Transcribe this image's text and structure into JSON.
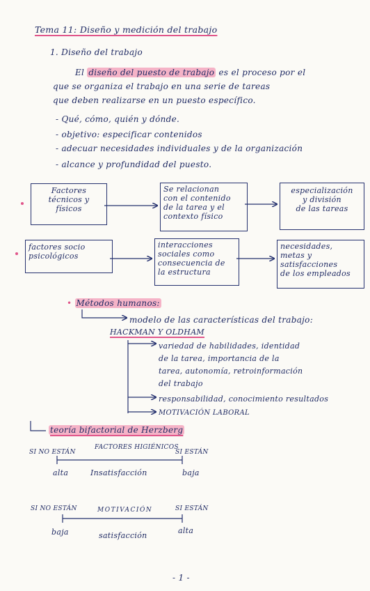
{
  "title": "Tema 11: Diseño y medición del trabajo",
  "section": "1. Diseño del trabajo",
  "intro": {
    "p1_before": "El",
    "p1_highlight": "diseño del puesto de trabajo",
    "p1_after": "es el proceso por el",
    "p2": "que se organiza el trabajo en una serie de tareas",
    "p3": "que deben realizarse en un puesto específico."
  },
  "bullets": [
    "- Qué, cómo, quién y dónde.",
    "- objetivo: especificar contenidos",
    "- adecuar necesidades individuales y de la organización",
    "- alcance y profundidad del puesto."
  ],
  "flow1": {
    "a": [
      "Factores",
      "técnicos y",
      "físicos"
    ],
    "b": [
      "Se relacionan",
      "con el contenido",
      "de la tarea y el",
      "contexto físico"
    ],
    "c": [
      "especialización",
      "y división",
      "de las tareas"
    ]
  },
  "flow2": {
    "a": [
      "factores socio",
      "psicológicos"
    ],
    "b": [
      "interacciones",
      "sociales como",
      "consecuencia de",
      "la estructura"
    ],
    "c": [
      "necesidades,",
      "metas y",
      "satisfacciones",
      "de los empleados"
    ]
  },
  "methods": {
    "heading": "Métodos humanos:",
    "model": "modelo de las características del trabajo:",
    "authors": "HACKMAN Y OLDHAM",
    "items": [
      [
        "variedad de habilidades, identidad",
        "de la tarea, importancia de la",
        "tarea, autonomía, retroinformación",
        "del trabajo"
      ],
      [
        "responsabilidad, conocimiento resultados"
      ],
      [
        "MOTIVACIÓN LABORAL"
      ]
    ]
  },
  "herzberg": {
    "heading": "teoría bifactorial de Herzberg",
    "scale1": {
      "left_top": "SI NO ESTÁN",
      "center_top": "FACTORES HIGIÉNICOS",
      "right_top": "SI ESTÁN",
      "left_bottom": "alta",
      "center_bottom": "Insatisfacción",
      "right_bottom": "baja"
    },
    "scale2": {
      "left_top": "SI NO ESTÁN",
      "center_top": "MOTIVACIÓN",
      "right_top": "SI ESTÁN",
      "left_bottom": "baja",
      "center_bottom": "satisfacción",
      "right_bottom": "alta"
    }
  },
  "page_number": "- 1 -",
  "colors": {
    "ink": "#1f2a63",
    "highlight": "#f0789f",
    "paper": "#fbfaf6"
  }
}
